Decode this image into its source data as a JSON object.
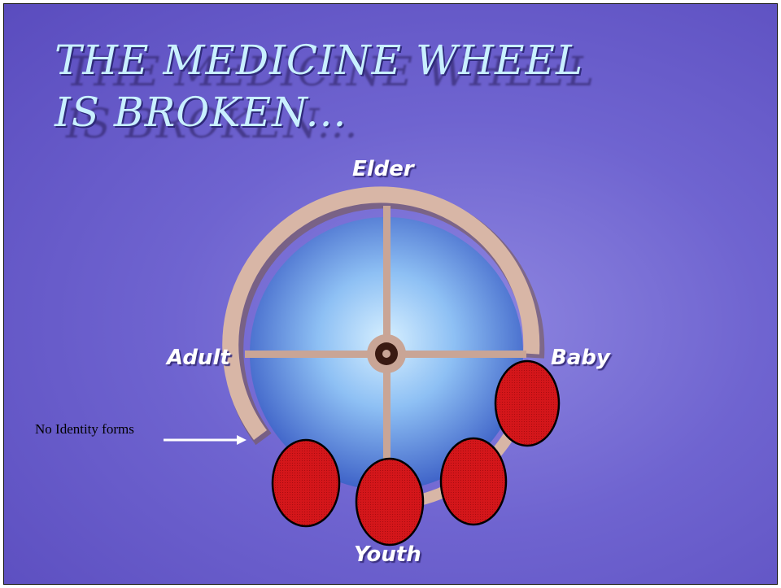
{
  "title": {
    "line1": "THE MEDICINE WHEEL",
    "line2": "IS BROKEN..."
  },
  "wheel": {
    "labels": {
      "top": "Elder",
      "left": "Adult",
      "right": "Baby",
      "bottom": "Youth"
    },
    "note": "No Identity forms"
  },
  "colors": {
    "background": "#6f64d0",
    "rim": "#d8b6a6",
    "markers": "#d4161a"
  }
}
